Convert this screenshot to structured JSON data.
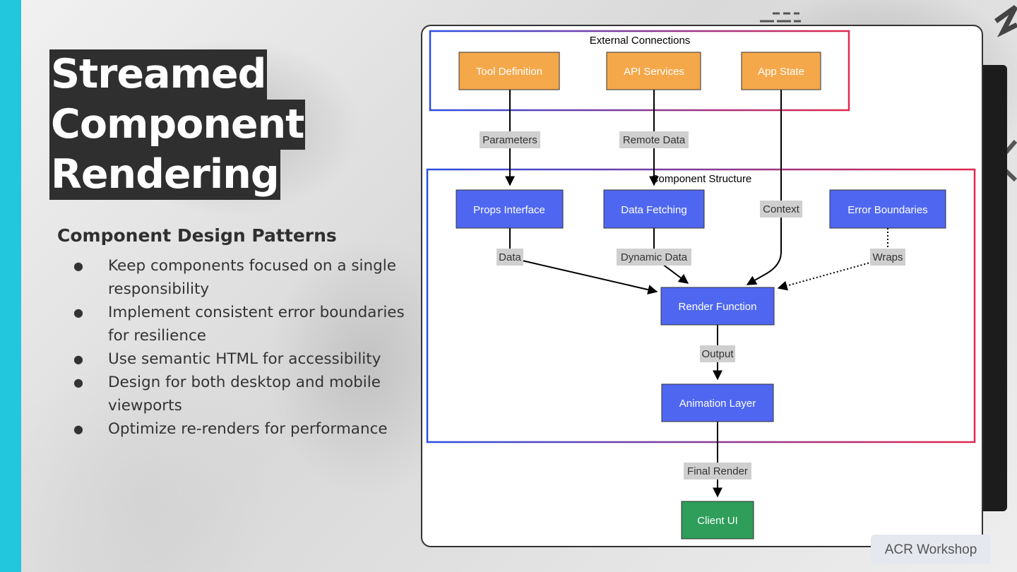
{
  "slide": {
    "title_lines": [
      "Streamed",
      "Component",
      "Rendering"
    ],
    "subtitle": "Component Design Patterns",
    "bullets": [
      "Keep components focused on a single responsibility",
      "Implement consistent error boundaries for resilience",
      "Use semantic HTML for accessibility",
      "Design for both desktop and mobile viewports",
      "Optimize re-renders for performance"
    ],
    "footer": "ACR Workshop"
  },
  "diagram": {
    "groups": {
      "external": "External Connections",
      "component": "Component Structure"
    },
    "nodes": {
      "tool_definition": "Tool Definition",
      "api_services": "API Services",
      "app_state": "App State",
      "props_interface": "Props Interface",
      "data_fetching": "Data Fetching",
      "error_boundaries": "Error Boundaries",
      "render_function": "Render Function",
      "animation_layer": "Animation Layer",
      "client_ui": "Client UI"
    },
    "edges": {
      "parameters": "Parameters",
      "remote_data": "Remote Data",
      "context": "Context",
      "data": "Data",
      "dynamic_data": "Dynamic Data",
      "wraps": "Wraps",
      "output": "Output",
      "final_render": "Final Render"
    }
  },
  "colors": {
    "accent_strip": "#22c7dd",
    "title_bg": "#2f2f2f",
    "external_node": "#f5a84a",
    "component_node": "#4f67f0",
    "output_node": "#2e9e5a",
    "edge_label_bg": "#cfcfcf"
  }
}
